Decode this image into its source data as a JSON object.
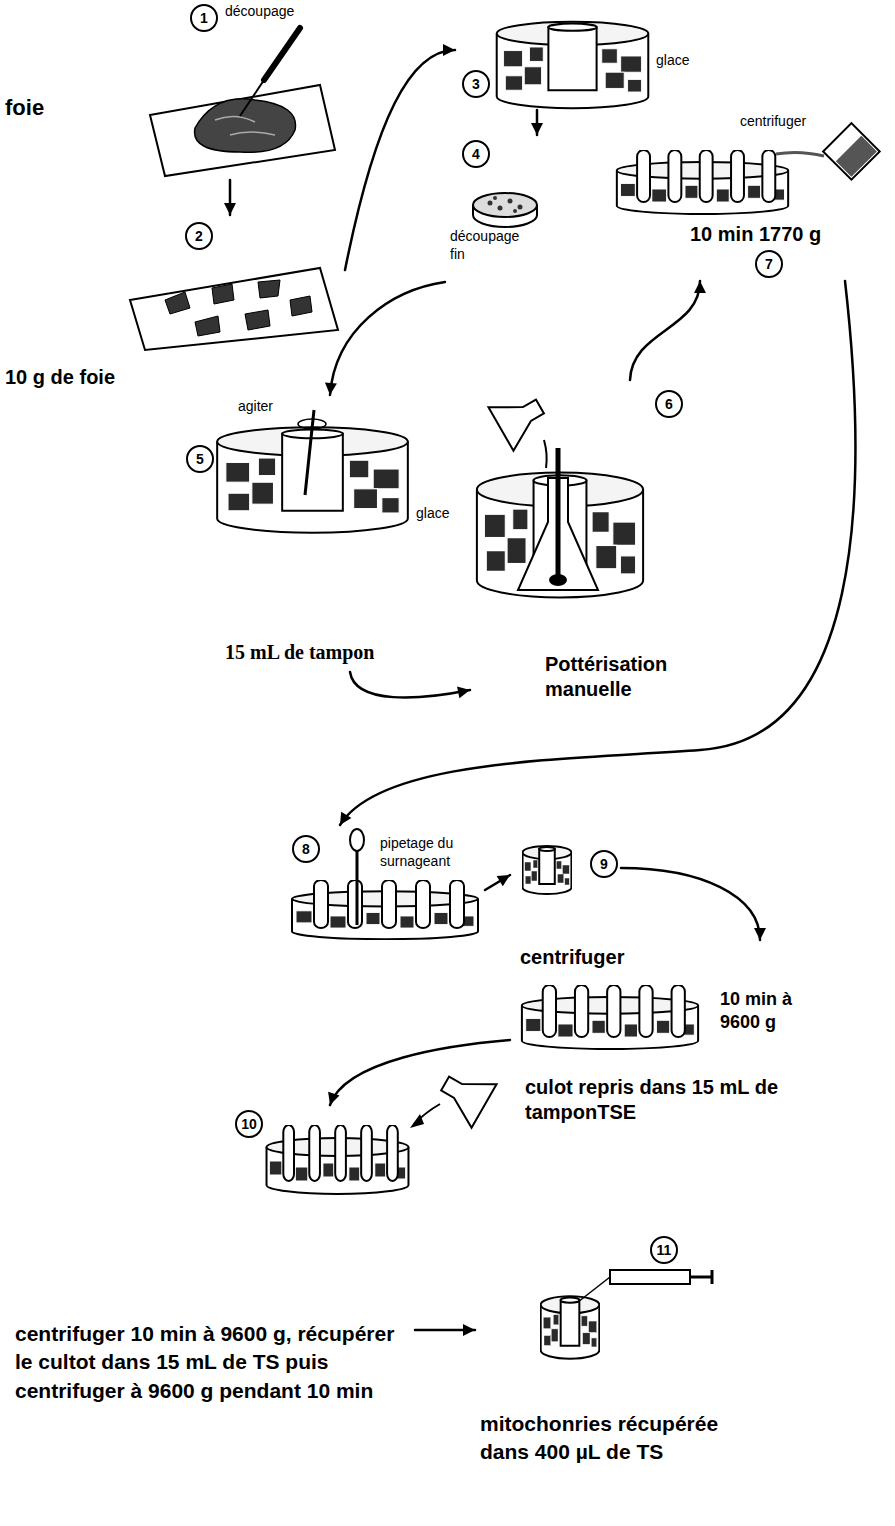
{
  "diagram": {
    "nodes": [
      {
        "text": [
          "1",
          "découpage"
        ]
      },
      {
        "text": [
          "2",
          "10 g de foie"
        ]
      },
      {
        "text": [
          "3",
          "glace"
        ]
      },
      {
        "text": [
          "4",
          "découpage fin"
        ]
      },
      {
        "text": [
          "5",
          "agiter",
          "glace",
          "15 mL de tampon"
        ]
      },
      {
        "text": [
          "6",
          "Pottérisation manuelle"
        ]
      },
      {
        "text": [
          "7",
          "centrifuger",
          "10 min 1770 g"
        ]
      },
      {
        "text": [
          "8",
          "pipetage du surnageant"
        ]
      },
      {
        "text": [
          "9"
        ]
      },
      {
        "text": [
          "centrifuger",
          "10 min à 9600 g",
          "culot repris dans 15 mL de tamponTSE"
        ]
      },
      {
        "text": [
          "10",
          "centrifuger 10 min à 9600 g, récupérer le cultot dans 15 mL de TS puis centrifuger à 9600 g pendant 10 min"
        ]
      },
      {
        "text": [
          "11",
          "mitochonries récupérée dans 400 µL de TS"
        ]
      }
    ],
    "edges": [
      {
        "from": 0,
        "to": 1,
        "arrow": "to"
      },
      {
        "from": 1,
        "to": 2,
        "arrow": "to"
      },
      {
        "from": 2,
        "to": 3,
        "arrow": "to"
      },
      {
        "from": 3,
        "to": 4,
        "arrow": "to"
      },
      {
        "from": 4,
        "to": 5,
        "arrow": "to"
      },
      {
        "from": 5,
        "to": 6,
        "arrow": "to"
      },
      {
        "from": 6,
        "to": 7,
        "arrow": "to"
      },
      {
        "from": 7,
        "to": 8,
        "arrow": "to"
      },
      {
        "from": 8,
        "to": 9,
        "arrow": "to"
      },
      {
        "from": 9,
        "to": 10,
        "arrow": "to"
      },
      {
        "from": 10,
        "to": 11,
        "arrow": "to"
      }
    ],
    "labels": [
      "foie"
    ]
  }
}
